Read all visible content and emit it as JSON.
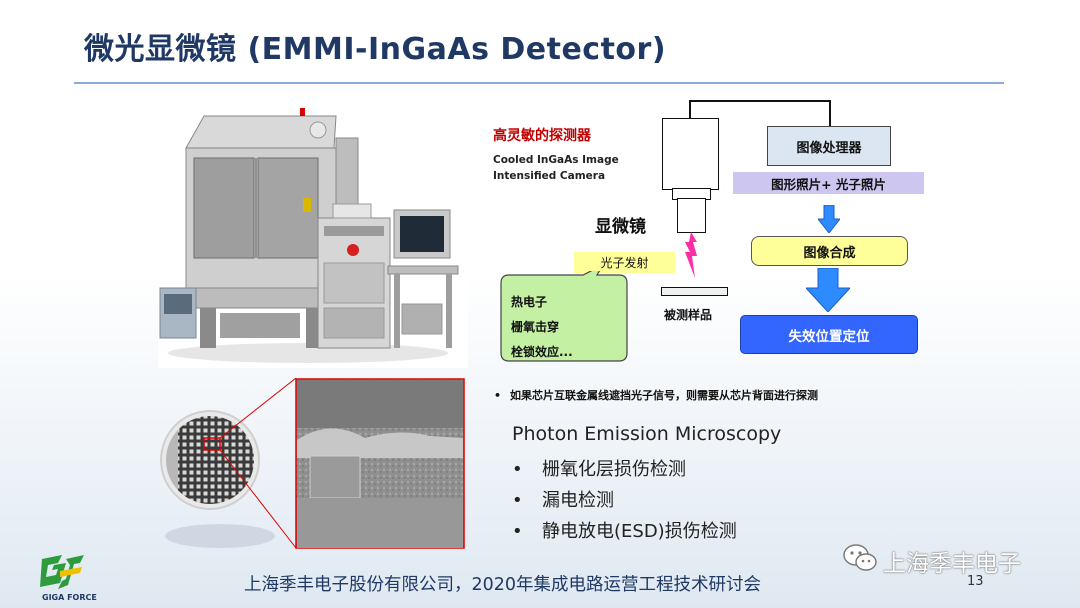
{
  "title": "微光显微镜 (EMMI-InGaAs Detector)",
  "diagram": {
    "sensitive_detector_title": "高灵敏的探测器",
    "sensitive_detector_sub": [
      "Cooled InGaAs Image",
      "Intensified Camera"
    ],
    "microscope_label": "显微镜",
    "image_processor": "图像处理器",
    "image_strip": "图形照片+ 光子照片",
    "image_merge": "图像合成",
    "failure_locate": "失效位置定位",
    "photon_emission": "光子发射",
    "sample_label": "被测样品",
    "bubble_items": [
      "热电子",
      "栅氧击穿",
      "栓锁效应..."
    ]
  },
  "note": {
    "bullet": "•",
    "text": "如果芯片互联金属线遮挡光子信号，则需要从芯片背面进行探测"
  },
  "pem": {
    "title": "Photon Emission Microscopy",
    "bullet": "•",
    "items": [
      "栅氧化层损伤检测",
      "漏电检测",
      "静电放电(ESD)损伤检测"
    ]
  },
  "footer": {
    "text": "上海季丰电子股份有限公司，2020年集成电路运营工程技术研讨会",
    "page_number": "13",
    "wechat_name": "上海季丰电子",
    "logo_text": "GIGA FORCE"
  },
  "colors": {
    "title": "#1f3864",
    "accent_red": "#c00000",
    "failure_box": "#3366ff",
    "arrow_blue": "#2e8bff",
    "logo_green": "#2e9b3c"
  },
  "icons": {
    "wechat": "wechat-icon",
    "logo": "giga-force-logo-icon"
  }
}
